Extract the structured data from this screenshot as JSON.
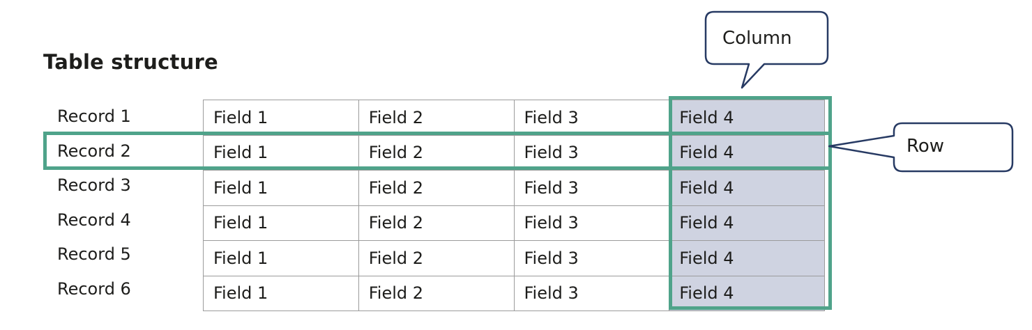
{
  "title": "Table structure",
  "records": [
    "Record 1",
    "Record 2",
    "Record 3",
    "Record 4",
    "Record 5",
    "Record 6"
  ],
  "fields": [
    "Field 1",
    "Field 2",
    "Field 3",
    "Field 4"
  ],
  "callouts": {
    "column": "Column",
    "row": "Row"
  },
  "highlight": {
    "column_index": 3,
    "row_index": 1
  },
  "colors": {
    "highlight_border": "#4fa38a",
    "highlight_fill": "#cfd3e1",
    "callout_border": "#273a63",
    "grid_line": "#9b9b9b",
    "text": "#1d1d1b"
  }
}
